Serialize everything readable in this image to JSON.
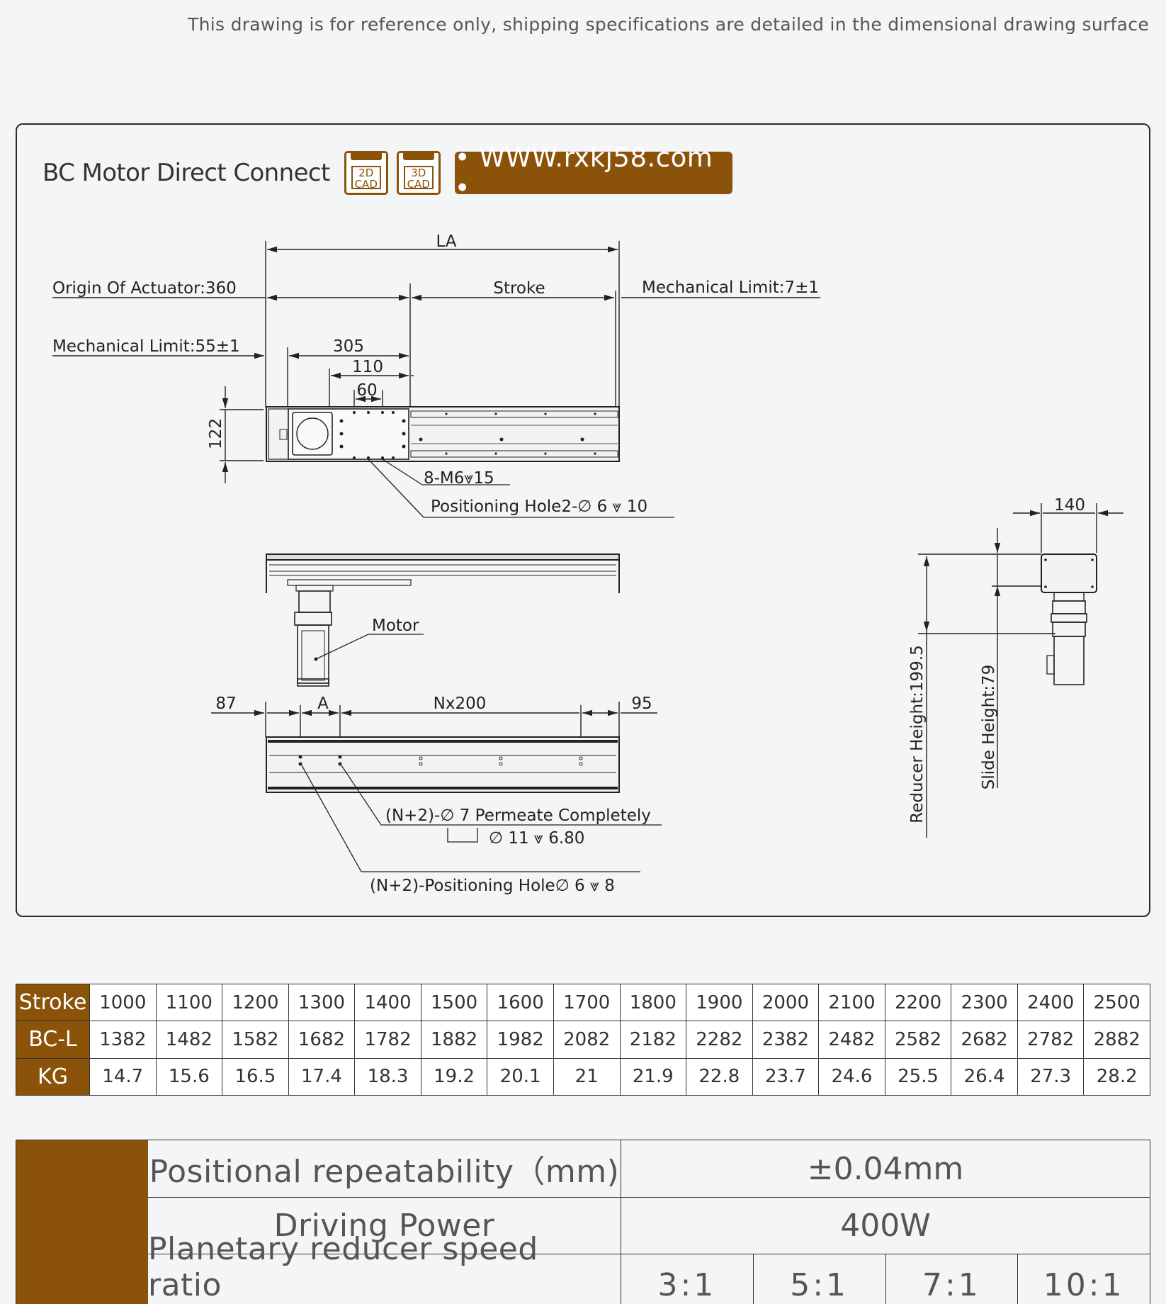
{
  "notice": "This drawing is for reference only, shipping specifications are detailed in the dimensional drawing surface",
  "header": {
    "title": "BC Motor Direct Connect",
    "cad_2d": [
      "2D",
      "CAD"
    ],
    "cad_3d": [
      "3D",
      "CAD"
    ],
    "website": "• WWW.rxkj58.com •"
  },
  "drawing": {
    "la": "LA",
    "origin": "Origin Of Actuator:360",
    "stroke": "Stroke",
    "mech_limit_right": "Mechanical Limit:7±1",
    "mech_limit_left": "Mechanical Limit:55±1",
    "d305": "305",
    "d110": "110",
    "d60": "60",
    "d122": "122",
    "holes_m6": "8-M6⩔15",
    "pos_hole2": "Positioning Hole2-∅ 6 ⩔ 10",
    "motor": "Motor",
    "d87": "87",
    "a": "A",
    "nx200": "Nx200",
    "d95": "95",
    "permeate": "(N+2)-∅ 7 Permeate Completely",
    "counterbore": "∅ 11 ⩔ 6.80",
    "pos_hole_n2": "(N+2)-Positioning Hole∅ 6 ⩔ 8",
    "d140": "140",
    "reducer_height": "Reducer Height:199.5",
    "slide_height": "Slide Height:79"
  },
  "spec_table": {
    "rows": [
      {
        "label": "Stroke",
        "values": [
          "1000",
          "1100",
          "1200",
          "1300",
          "1400",
          "1500",
          "1600",
          "1700",
          "1800",
          "1900",
          "2000",
          "2100",
          "2200",
          "2300",
          "2400",
          "2500"
        ]
      },
      {
        "label": "BC-L",
        "values": [
          "1382",
          "1482",
          "1582",
          "1682",
          "1782",
          "1882",
          "1982",
          "2082",
          "2182",
          "2282",
          "2382",
          "2482",
          "2582",
          "2682",
          "2782",
          "2882"
        ]
      },
      {
        "label": "KG",
        "values": [
          "14.7",
          "15.6",
          "16.5",
          "17.4",
          "18.3",
          "19.2",
          "20.1",
          "21",
          "21.9",
          "22.8",
          "23.7",
          "24.6",
          "25.5",
          "26.4",
          "27.3",
          "28.2"
        ]
      }
    ]
  },
  "performance": {
    "repeatability_label": "Positional repeatability（mm)",
    "repeatability_value": "±0.04mm",
    "power_label": "Driving Power",
    "power_value": "400W",
    "ratio_label": "Planetary reducer speed ratio",
    "ratios": [
      "3:1",
      "5:1",
      "7:1",
      "10:1"
    ]
  },
  "colors": {
    "accent": "#8b5309",
    "line": "#222222",
    "background": "#f4f5f7"
  }
}
